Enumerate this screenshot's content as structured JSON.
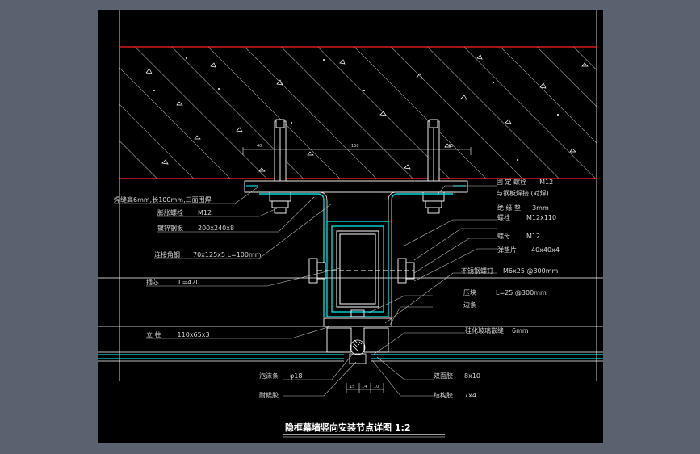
{
  "title": "隐框幕墙竖向安装节点详图 1:2",
  "colors": {
    "background": "#000000",
    "outer": "#5a6270",
    "line": "#ffffff",
    "concrete_edge": "#ff2020",
    "profile": "#00d8d8",
    "leader": "#c0c0c0"
  },
  "dimensions": {
    "top_center": "150",
    "top_left": "40",
    "top_right": "40",
    "bottom_1": "15",
    "bottom_2": "14",
    "bottom_3": "10"
  },
  "labels_left": [
    {
      "name": "焊缝高6mm,长100mm,三面围焊",
      "spec": ""
    },
    {
      "name": "膨胀螺栓",
      "spec": "M12"
    },
    {
      "name": "镀锌钢板",
      "spec": "200x240x8"
    },
    {
      "name": "连接角钢",
      "spec": "70x125x5 L=100mm"
    },
    {
      "name": "插芯",
      "spec": "L=420"
    },
    {
      "name": "立 柱",
      "spec": "110x65x3"
    }
  ],
  "labels_right": [
    {
      "name": "固 定 螺栓",
      "spec": "M12"
    },
    {
      "name": "",
      "spec": "与钢板焊接 (对焊)"
    },
    {
      "name": "绝 缘 垫",
      "spec": "3mm"
    },
    {
      "name": "螺栓",
      "spec": "M12x110"
    },
    {
      "name": "螺母",
      "spec": "M12"
    },
    {
      "name": "弹垫片",
      "spec": "40x40x4"
    },
    {
      "name": "不锈钢螺钉",
      "spec": "M6x25 @300mm"
    },
    {
      "name": "压块",
      "spec": "L=25 @300mm"
    },
    {
      "name": "边条",
      "spec": ""
    },
    {
      "name": "硅化玻璃嵌缝",
      "spec": "6mm"
    }
  ],
  "labels_bottom": [
    {
      "name": "泡沫条",
      "spec": "φ18"
    },
    {
      "name": "耐候胶",
      "spec": ""
    },
    {
      "name": "双面胶",
      "spec": "8x10"
    },
    {
      "name": "结构胶",
      "spec": "7x4"
    }
  ]
}
